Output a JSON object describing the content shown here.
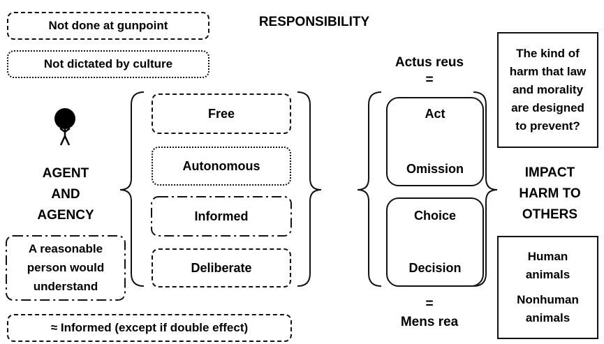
{
  "top_left": {
    "gunpoint": "Not done at gunpoint",
    "culture": "Not dictated by culture"
  },
  "title": "RESPONSIBILITY",
  "agent": {
    "label_lines": [
      "AGENT",
      "AND",
      "AGENCY"
    ]
  },
  "reasonable_person_lines": [
    "A reasonable",
    "person would",
    "understand"
  ],
  "informed_note": "≈ Informed (except if double effect)",
  "qualities": {
    "free": "Free",
    "autonomous": "Autonomous",
    "informed": "Informed",
    "deliberate": "Deliberate"
  },
  "actus_reus": {
    "label": "Actus reus",
    "equals": "="
  },
  "mens_rea": {
    "label": "Mens rea",
    "equals": "="
  },
  "act_box": {
    "top": "Act",
    "bottom": "Omission"
  },
  "choice_box": {
    "top": "Choice",
    "bottom": "Decision"
  },
  "harm_question_lines": [
    "The kind of",
    "harm that law",
    "and morality",
    "are designed",
    "to prevent?"
  ],
  "impact_lines": [
    "IMPACT",
    "HARM TO",
    "OTHERS"
  ],
  "animals": {
    "human_lines": [
      "Human",
      "animals"
    ],
    "nonhuman_lines": [
      "Nonhuman",
      "animals"
    ]
  }
}
